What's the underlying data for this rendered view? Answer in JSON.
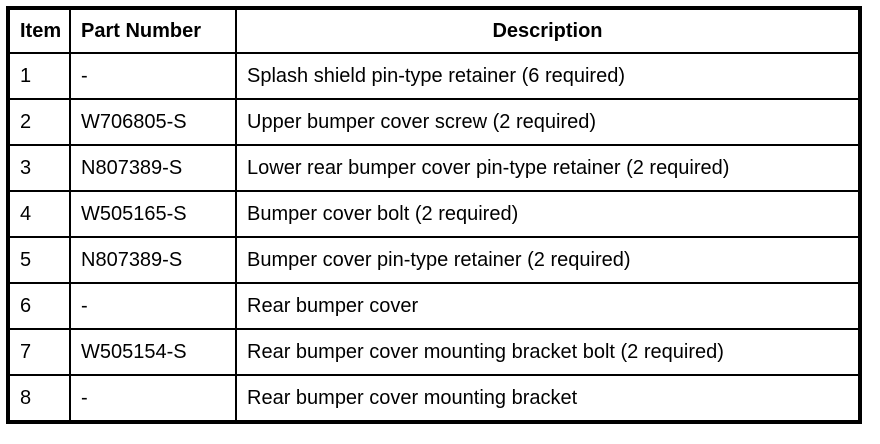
{
  "table": {
    "headers": {
      "item": "Item",
      "part_number": "Part Number",
      "description": "Description"
    },
    "rows": [
      {
        "item": "1",
        "part_number": "-",
        "description": "Splash shield pin-type retainer (6 required)"
      },
      {
        "item": "2",
        "part_number": "W706805-S",
        "description": "Upper bumper cover screw (2 required)"
      },
      {
        "item": "3",
        "part_number": "N807389-S",
        "description": "Lower rear bumper cover pin-type retainer (2 required)"
      },
      {
        "item": "4",
        "part_number": "W505165-S",
        "description": "Bumper cover bolt (2 required)"
      },
      {
        "item": "5",
        "part_number": "N807389-S",
        "description": "Bumper cover pin-type retainer (2 required)"
      },
      {
        "item": "6",
        "part_number": "-",
        "description": "Rear bumper cover"
      },
      {
        "item": "7",
        "part_number": "W505154-S",
        "description": "Rear bumper cover mounting bracket bolt (2 required)"
      },
      {
        "item": "8",
        "part_number": "-",
        "description": "Rear bumper cover mounting bracket"
      }
    ],
    "colors": {
      "border": "#000000",
      "background": "#ffffff",
      "text": "#000000"
    }
  }
}
